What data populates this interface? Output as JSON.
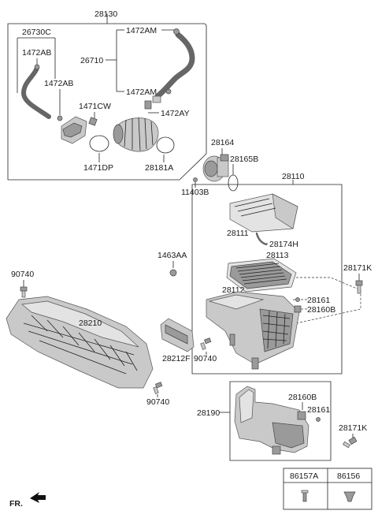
{
  "labels": {
    "l28130": "28130",
    "l26730C": "26730C",
    "l1472AB_a": "1472AB",
    "l1472AB_b": "1472AB",
    "l1472AM_a": "1472AM",
    "l26710": "26710",
    "l1472AM_b": "1472AM",
    "l1471CW": "1471CW",
    "l1472AY": "1472AY",
    "l1471DP": "1471DP",
    "l28181A": "28181A",
    "l28164": "28164",
    "l28165B": "28165B",
    "l11403B": "11403B",
    "l28110": "28110",
    "l28111": "28111",
    "l28174H": "28174H",
    "l1463AA": "1463AA",
    "l28113": "28113",
    "l28171K_a": "28171K",
    "l90740_a": "90740",
    "l28112": "28112",
    "l28161_a": "28161",
    "l28160B_a": "28160B",
    "l28210": "28210",
    "l28212F": "28212F",
    "l90740_b": "90740",
    "l90740_c": "90740",
    "l28190": "28190",
    "l28160B_b": "28160B",
    "l28161_b": "28161",
    "l28171K_b": "28171K",
    "l86157A": "86157A",
    "l86156": "86156",
    "lFR": "FR."
  },
  "colors": {
    "line": "#222222",
    "part_fill": "#c9c9c9",
    "part_dark": "#9a9a9a"
  }
}
